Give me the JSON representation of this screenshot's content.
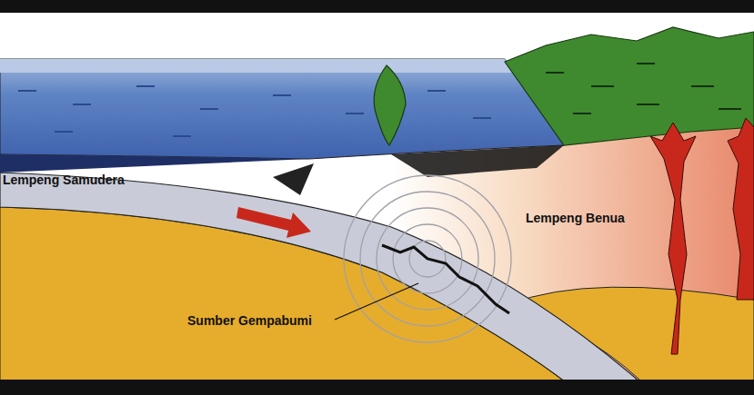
{
  "diagram": {
    "labels": [
      "Lempeng Samudera",
      "Lempeng Benua",
      "Sumber Gempabumi"
    ]
  }
}
